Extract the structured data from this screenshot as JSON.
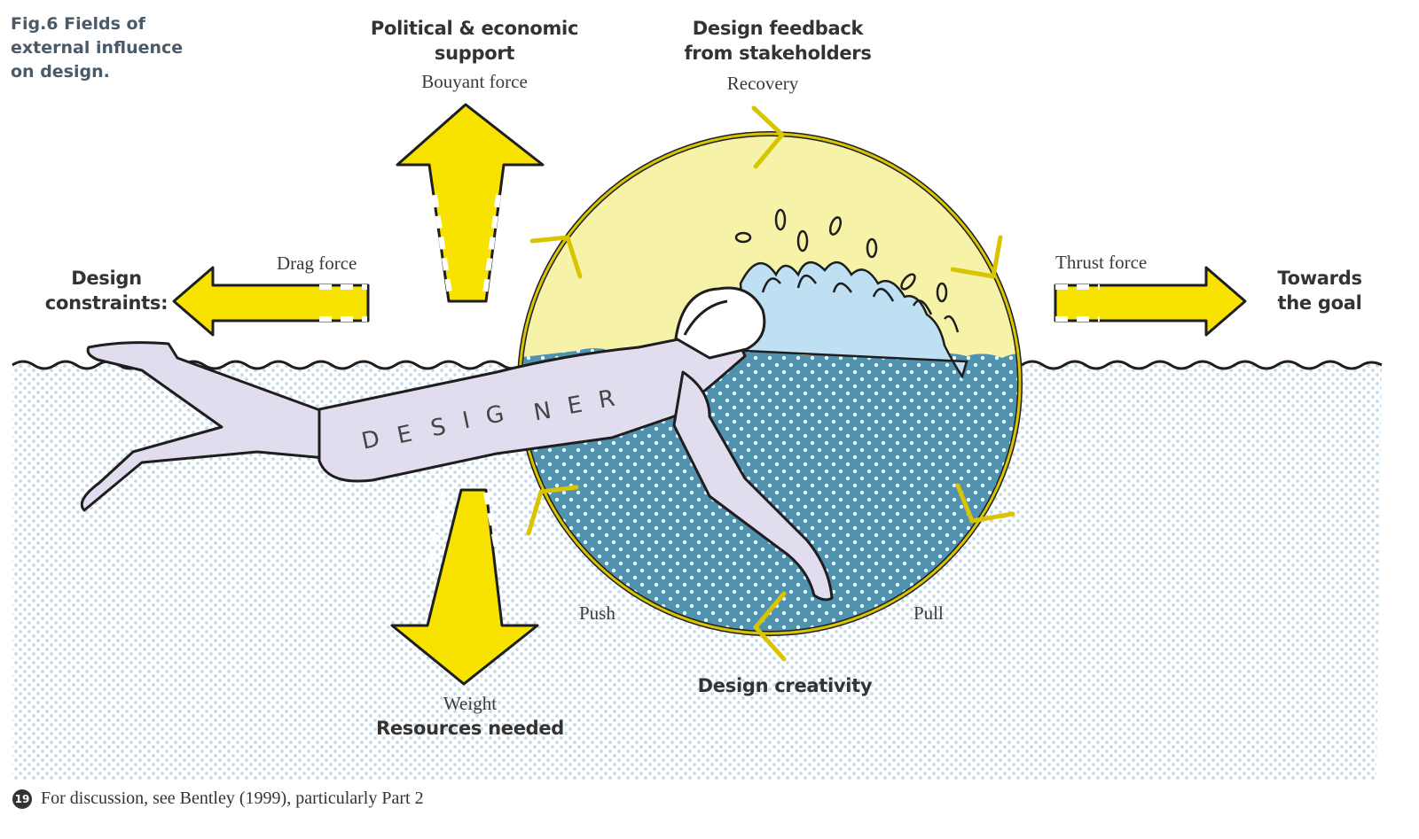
{
  "figure": {
    "title_lines": [
      "Fig.6  Fields of",
      "external influence",
      "on design."
    ]
  },
  "labels": {
    "political_support": [
      "Political & economic",
      "support"
    ],
    "bouyant_force": "Bouyant force",
    "design_feedback": [
      "Design feedback",
      "from stakeholders"
    ],
    "recovery": "Recovery",
    "drag_force": "Drag force",
    "design_constraints": [
      "Design",
      "constraints:"
    ],
    "thrust_force": "Thrust force",
    "towards_goal": [
      "Towards",
      "the goal"
    ],
    "push": "Push",
    "pull": "Pull",
    "weight": "Weight",
    "resources_needed": "Resources needed",
    "design_creativity": "Design creativity",
    "designer_letters": [
      "D",
      "E",
      "S",
      "I",
      "G",
      "N",
      "E",
      "R"
    ]
  },
  "footnote": {
    "badge": "19",
    "text": "For discussion, see Bentley (1999), particularly Part 2"
  },
  "colors": {
    "arrow_yellow": "#f7e200",
    "sky_yellow": "#f6f3a8",
    "water_dots": "#c7dcea",
    "circle_water": "#4f93b0",
    "swimmer": "#e2dcef",
    "splash_blue": "#bfe0f3",
    "outline": "#1e1e1e",
    "ring": "#d9c400"
  }
}
